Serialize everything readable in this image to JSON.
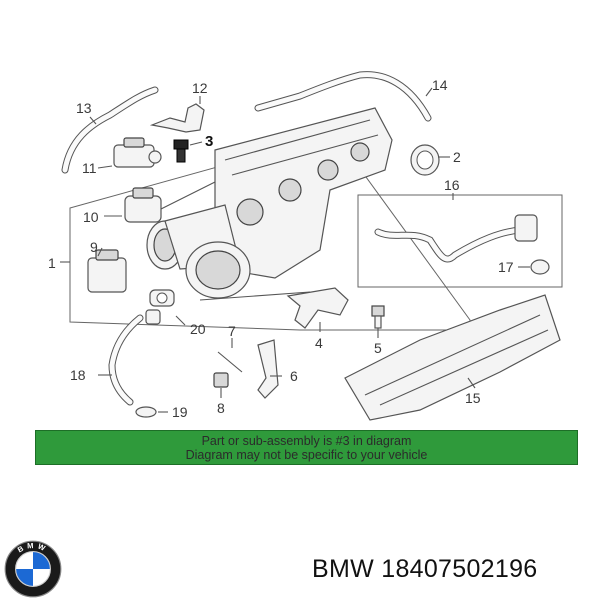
{
  "diagram": {
    "callouts": {
      "c1": "1",
      "c2": "2",
      "c3": "3",
      "c4": "4",
      "c5": "5",
      "c6": "6",
      "c7": "7",
      "c8": "8",
      "c9": "9",
      "c10": "10",
      "c11": "11",
      "c12": "12",
      "c13": "13",
      "c14": "14",
      "c15": "15",
      "c16": "16",
      "c17": "17",
      "c18": "18",
      "c19": "19",
      "c20": "20"
    },
    "highlighted_callout": "3"
  },
  "banner": {
    "line1": "Part or sub-assembly is #3 in diagram",
    "line2": "Diagram may not be specific to your vehicle",
    "color": "#2f9a3b"
  },
  "logo": {
    "text": "BMW",
    "colors": {
      "blue": "#1c69d4",
      "white": "#ffffff",
      "ring": "#1a1a1a"
    }
  },
  "part_label": "BMW 18407502196"
}
